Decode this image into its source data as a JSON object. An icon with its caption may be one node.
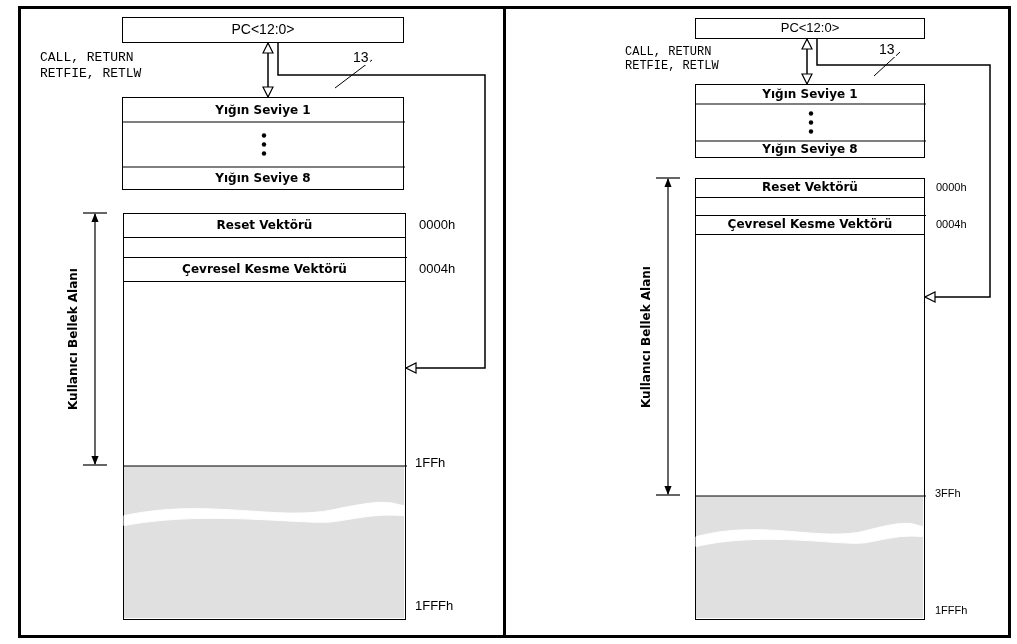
{
  "diagram": {
    "nodes": [
      {
        "text": [
          "PC<12:0>"
        ]
      },
      {
        "text": [
          "Yığın Seviye 1",
          "Yığın Seviye 8"
        ]
      },
      {
        "text": [],
        "shape": "box"
      },
      {
        "text": [
          "Reset Vektörü"
        ],
        "in": 2,
        "beside": [
          "0000h"
        ]
      },
      {
        "text": [
          "Çevresel Kesme Vektörü"
        ],
        "in": 2,
        "beside": [
          "0004h"
        ]
      },
      {
        "text": [
          "PC<12:0>"
        ]
      },
      {
        "text": [
          "Yığın Seviye 1",
          "Yığın Seviye 8"
        ]
      },
      {
        "text": [],
        "shape": "box"
      },
      {
        "text": [
          "Reset Vektörü"
        ],
        "in": 7,
        "beside": [
          "0000h"
        ]
      },
      {
        "text": [
          "Çevresel Kesme Vektörü"
        ],
        "in": 7,
        "beside": [
          "0004h"
        ]
      }
    ],
    "edges": [
      {
        "from": 0,
        "to": 1,
        "arrow": "both"
      },
      {
        "from": 0,
        "to": 2,
        "arrow": "to",
        "label": "13"
      },
      {
        "from": 5,
        "to": 6,
        "arrow": "both"
      },
      {
        "from": 5,
        "to": 7,
        "arrow": "to",
        "label": "13"
      }
    ],
    "labels": [
      "CALL, RETURN RETFIE, RETLW",
      "Kullanıcı Bellek Alanı",
      "1FFh",
      "1FFFh",
      "CALL, RETURN RETFIE, RETLW",
      "Kullanıcı Bellek Alanı",
      "3FFh",
      "1FFFh"
    ]
  }
}
